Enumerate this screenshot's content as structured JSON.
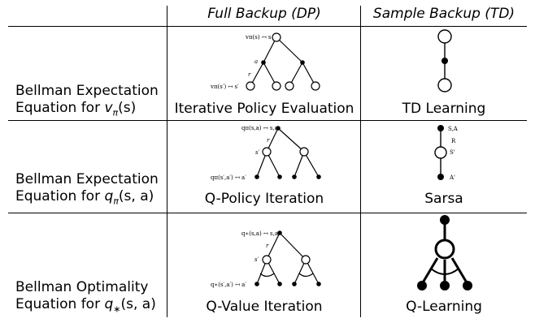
{
  "header": {
    "col_full": "Full Backup (DP)",
    "col_sample": "Sample Backup (TD)"
  },
  "rows": [
    {
      "label_line1": "Bellman Expectation",
      "label_line2_prefix": "Equation for ",
      "label_func": "v",
      "label_sub": "π",
      "label_args": "(s)",
      "full_caption": "Iterative Policy Evaluation",
      "sample_caption": "TD Learning",
      "full_labels": {
        "root": "vπ(s) ↤ s",
        "action": "a",
        "reward": "r",
        "leaf": "vπ(s′) ↤ s′"
      }
    },
    {
      "label_line1": "Bellman Expectation",
      "label_line2_prefix": "Equation for ",
      "label_func": "q",
      "label_sub": "π",
      "label_args": "(s, a)",
      "full_caption": "Q-Policy Iteration",
      "sample_caption": "Sarsa",
      "full_labels": {
        "root": "qπ(s,a) ↤ s,a",
        "reward": "r",
        "state": "s′",
        "leaf": "qπ(s′,a′) ↤ a′"
      },
      "sample_labels": {
        "top": "S,A",
        "reward": "R",
        "state": "S'",
        "bottom": "A'"
      }
    },
    {
      "label_line1": "Bellman Optimality",
      "label_line2_prefix": "Equation for ",
      "label_func": "q",
      "label_sub": "∗",
      "label_args": "(s, a)",
      "full_caption": "Q-Value Iteration",
      "sample_caption": "Q-Learning",
      "full_labels": {
        "root": "q∗(s,a) ↤ s,a",
        "reward": "r",
        "state": "s′",
        "leaf": "q∗(s′,a′) ↤ a′"
      }
    }
  ]
}
